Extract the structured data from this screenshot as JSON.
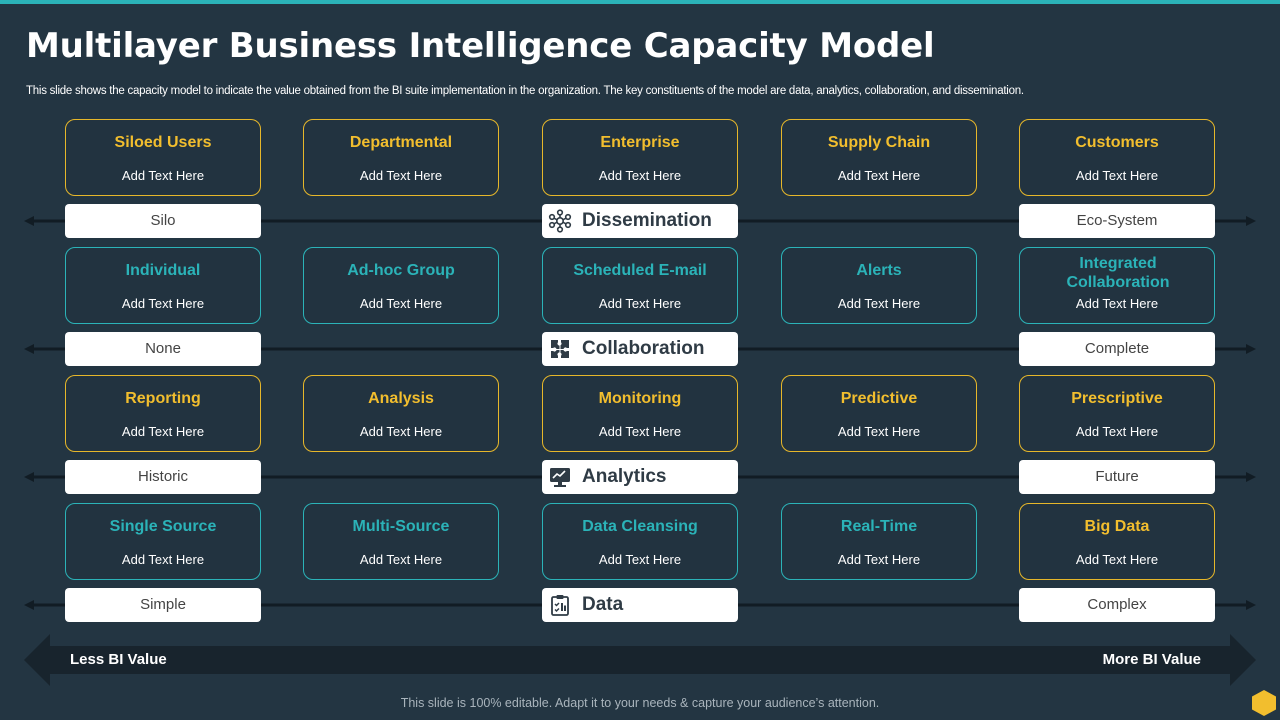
{
  "title": "Multilayer Business Intelligence Capacity Model",
  "subtitle": "This slide shows the capacity model to indicate the value obtained from the BI suite implementation in the organization. The key constituents of the model are data, analytics, collaboration, and dissemination.",
  "colors": {
    "background": "#233542",
    "accent_gold": "#f2be2e",
    "accent_teal": "#2bb3b8",
    "pill": "#ffffff"
  },
  "rows": [
    {
      "cards": [
        {
          "title": "Siloed Users",
          "text": "Add Text Here"
        },
        {
          "title": "Departmental",
          "text": "Add Text Here"
        },
        {
          "title": "Enterprise",
          "text": "Add Text Here"
        },
        {
          "title": "Supply Chain",
          "text": "Add Text Here"
        },
        {
          "title": "Customers",
          "text": "Add Text Here"
        }
      ],
      "layer": {
        "label": "Dissemination",
        "icon": "network-icon",
        "left": "Silo",
        "right": "Eco-System"
      }
    },
    {
      "cards": [
        {
          "title": "Individual",
          "text": "Add Text Here"
        },
        {
          "title": "Ad-hoc Group",
          "text": "Add Text Here"
        },
        {
          "title": "Scheduled E-mail",
          "text": "Add Text Here"
        },
        {
          "title": "Alerts",
          "text": "Add Text Here"
        },
        {
          "title": "Integrated Collaboration",
          "text": "Add Text Here"
        }
      ],
      "layer": {
        "label": "Collaboration",
        "icon": "puzzle-icon",
        "left": "None",
        "right": "Complete"
      }
    },
    {
      "cards": [
        {
          "title": "Reporting",
          "text": "Add Text Here"
        },
        {
          "title": "Analysis",
          "text": "Add Text Here"
        },
        {
          "title": "Monitoring",
          "text": "Add Text Here"
        },
        {
          "title": "Predictive",
          "text": "Add Text Here"
        },
        {
          "title": "Prescriptive",
          "text": "Add Text Here"
        }
      ],
      "layer": {
        "label": "Analytics",
        "icon": "monitor-chart-icon",
        "left": "Historic",
        "right": "Future"
      }
    },
    {
      "cards": [
        {
          "title": "Single Source",
          "text": "Add Text Here"
        },
        {
          "title": "Multi-Source",
          "text": "Add Text Here"
        },
        {
          "title": "Data Cleansing",
          "text": "Add Text Here"
        },
        {
          "title": "Real-Time",
          "text": "Add Text Here"
        },
        {
          "title": "Big Data",
          "text": "Add Text Here"
        }
      ],
      "layer": {
        "label": "Data",
        "icon": "clipboard-data-icon",
        "left": "Simple",
        "right": "Complex"
      }
    }
  ],
  "value_axis": {
    "left": "Less BI Value",
    "right": "More BI Value"
  },
  "footer": "This slide is 100% editable. Adapt it to your needs & capture your audience’s attention."
}
